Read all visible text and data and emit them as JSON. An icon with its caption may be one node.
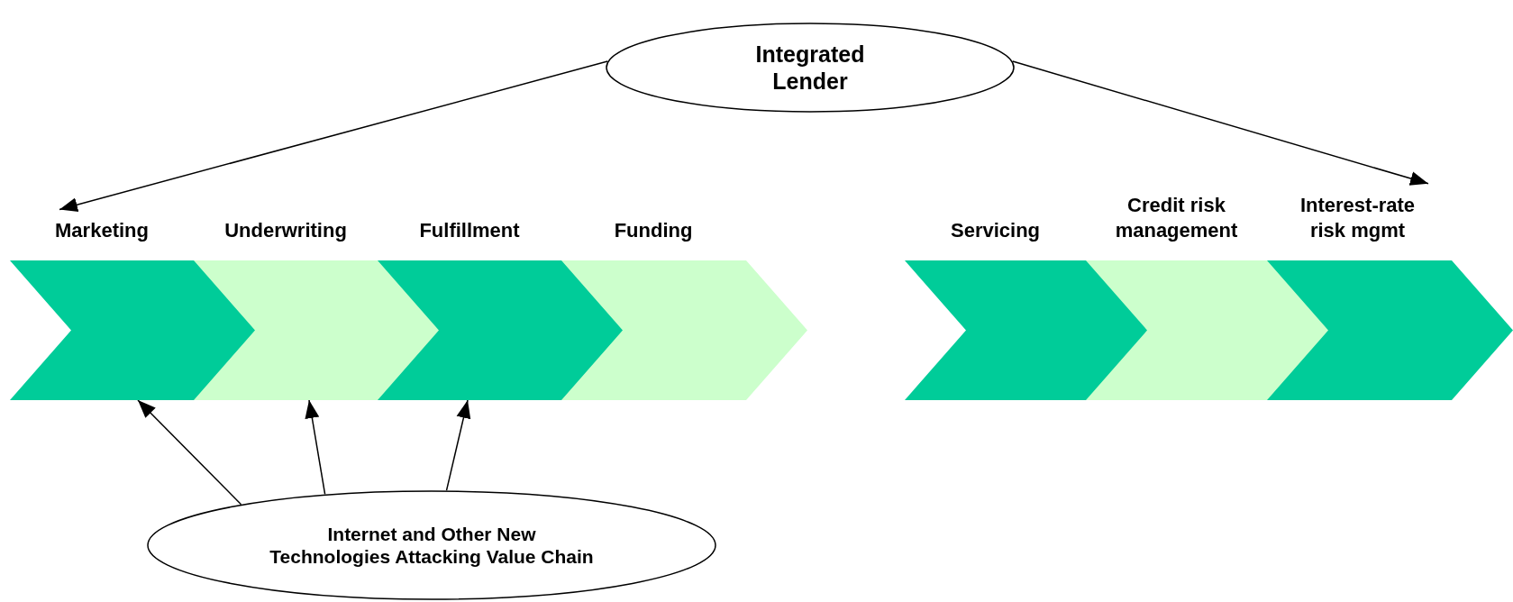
{
  "diagram": {
    "nodes": [
      {
        "text": [
          "Integrated Lender"
        ]
      },
      {
        "text": [
          "Marketing"
        ]
      },
      {
        "text": [
          "Underwriting"
        ]
      },
      {
        "text": [
          "Fulfillment"
        ]
      },
      {
        "text": [
          "Funding"
        ]
      },
      {
        "text": [
          "Servicing"
        ]
      },
      {
        "text": [
          "Credit risk management"
        ]
      },
      {
        "text": [
          "Interest-rate risk mgmt"
        ]
      },
      {
        "text": [
          "Internet and Other New Technologies Attacking Value Chain"
        ]
      }
    ],
    "edges": [
      {
        "from": 0,
        "to": 1,
        "arrow": "to"
      },
      {
        "from": 0,
        "to": 7,
        "arrow": "to"
      },
      {
        "from": 8,
        "to": 1,
        "arrow": "to"
      },
      {
        "from": 8,
        "to": 2,
        "arrow": "to"
      },
      {
        "from": 8,
        "to": 3,
        "arrow": "to"
      }
    ]
  }
}
